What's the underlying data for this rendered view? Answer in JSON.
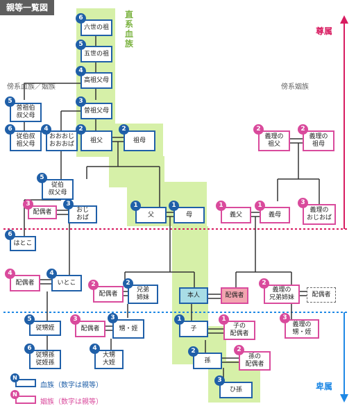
{
  "title": "親等一覧図",
  "direct_line_label": "直系血族",
  "collateral_blood_label": "傍系血族／姻族",
  "collateral_inlaw_label": "傍系姻族",
  "upper_label": "尊属",
  "lower_label": "卑属",
  "legend": {
    "blood": {
      "badge": "N",
      "text": "血族（数字は親等）"
    },
    "inlaw": {
      "badge": "N",
      "text": "姻族（数字は親等）"
    }
  },
  "colors": {
    "blood": "#1f5fa8",
    "inlaw": "#d94a9c",
    "direct_bg": "#d6f0a8",
    "upper_line": "#d81b60",
    "lower_line": "#1e88e5"
  },
  "nodes": [
    {
      "id": "rokuso",
      "label": "六世の祖",
      "degree": "6",
      "kind": "blood"
    },
    {
      "id": "goso",
      "label": "五世の祖",
      "degree": "5",
      "kind": "blood"
    },
    {
      "id": "koso",
      "label": "高祖父母",
      "degree": "4",
      "kind": "blood"
    },
    {
      "id": "soso",
      "label": "曽祖父母",
      "degree": "3",
      "kind": "blood"
    },
    {
      "id": "sofu",
      "label": "祖父",
      "degree": "2",
      "kind": "blood"
    },
    {
      "id": "sobo",
      "label": "祖母",
      "degree": "2",
      "kind": "blood"
    },
    {
      "id": "sosohaku",
      "label": "曽祖伯\n叔父母",
      "degree": "5",
      "kind": "blood"
    },
    {
      "id": "juhakushuku",
      "label": "従伯叔\n祖父母",
      "degree": "6",
      "kind": "blood"
    },
    {
      "id": "ooojioba",
      "label": "おおおじ\nおおおば",
      "degree": "4",
      "kind": "blood"
    },
    {
      "id": "itokooji",
      "label": "従伯\n叔父母",
      "degree": "5",
      "kind": "blood"
    },
    {
      "id": "haiguu1",
      "label": "配偶者",
      "degree": "3",
      "kind": "inlaw"
    },
    {
      "id": "ojioba",
      "label": "おじ\nおば",
      "degree": "3",
      "kind": "blood"
    },
    {
      "id": "chichi",
      "label": "父",
      "degree": "1",
      "kind": "blood"
    },
    {
      "id": "haha",
      "label": "母",
      "degree": "1",
      "kind": "blood"
    },
    {
      "id": "hatoko",
      "label": "はとこ",
      "degree": "6",
      "kind": "blood"
    },
    {
      "id": "haiguu2",
      "label": "配偶者",
      "degree": "4",
      "kind": "inlaw"
    },
    {
      "id": "itoko",
      "label": "いとこ",
      "degree": "4",
      "kind": "blood"
    },
    {
      "id": "haiguu3",
      "label": "配偶者",
      "degree": "2",
      "kind": "inlaw"
    },
    {
      "id": "kyodai",
      "label": "兄弟\n姉妹",
      "degree": "2",
      "kind": "blood"
    },
    {
      "id": "honnin",
      "label": "本人",
      "degree": "",
      "kind": "self"
    },
    {
      "id": "haiguusha",
      "label": "配偶者",
      "degree": "",
      "kind": "spouse"
    },
    {
      "id": "gikyodai",
      "label": "義理の\n兄弟姉妹",
      "degree": "2",
      "kind": "inlaw"
    },
    {
      "id": "haiguu_dash",
      "label": "配偶者",
      "degree": "",
      "kind": "dash"
    },
    {
      "id": "jutei",
      "label": "従甥姪",
      "degree": "5",
      "kind": "blood"
    },
    {
      "id": "juteison",
      "label": "従甥孫\n従姪孫",
      "degree": "6",
      "kind": "blood"
    },
    {
      "id": "haiguu4",
      "label": "配偶者",
      "degree": "3",
      "kind": "inlaw"
    },
    {
      "id": "oimei",
      "label": "甥・姪",
      "degree": "3",
      "kind": "blood"
    },
    {
      "id": "daioimei",
      "label": "大甥\n大姪",
      "degree": "4",
      "kind": "blood"
    },
    {
      "id": "ko",
      "label": "子",
      "degree": "1",
      "kind": "blood"
    },
    {
      "id": "ko_haiguu",
      "label": "子の\n配偶者",
      "degree": "1",
      "kind": "inlaw"
    },
    {
      "id": "mago",
      "label": "孫",
      "degree": "2",
      "kind": "blood"
    },
    {
      "id": "mago_haiguu",
      "label": "孫の\n配偶者",
      "degree": "2",
      "kind": "inlaw"
    },
    {
      "id": "himago",
      "label": "ひ孫",
      "degree": "3",
      "kind": "blood"
    },
    {
      "id": "giri_sofu",
      "label": "義理の\n祖父",
      "degree": "2",
      "kind": "inlaw"
    },
    {
      "id": "giri_sobo",
      "label": "義理の\n祖母",
      "degree": "2",
      "kind": "inlaw"
    },
    {
      "id": "gifu",
      "label": "義父",
      "degree": "1",
      "kind": "inlaw"
    },
    {
      "id": "gibo",
      "label": "義母",
      "degree": "1",
      "kind": "inlaw"
    },
    {
      "id": "giri_ojioba",
      "label": "義理の\nおじおば",
      "degree": "3",
      "kind": "inlaw"
    },
    {
      "id": "giri_oimei",
      "label": "義理の\n甥・姪",
      "degree": "3",
      "kind": "inlaw"
    }
  ]
}
